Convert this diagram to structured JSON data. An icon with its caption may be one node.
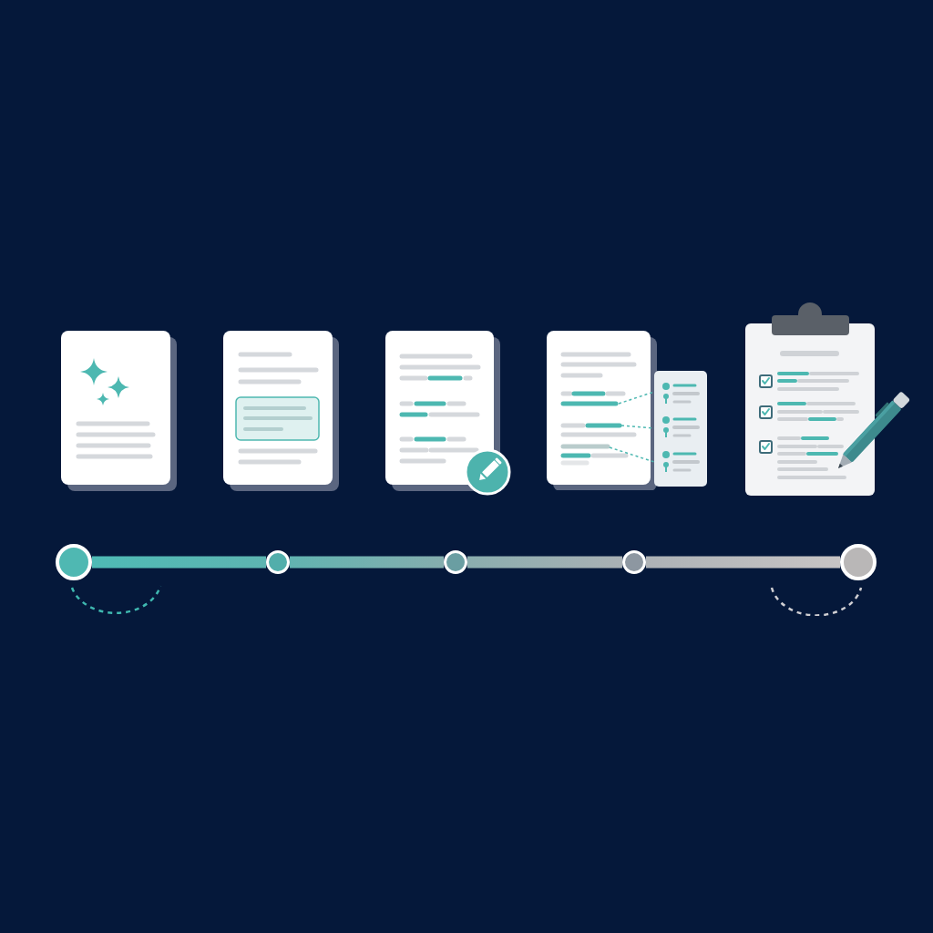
{
  "diagram": {
    "nodes": [
      {
        "text": [],
        "shape": "circle"
      },
      {
        "text": [],
        "shape": "circle"
      },
      {
        "text": [],
        "shape": "circle"
      },
      {
        "text": [],
        "shape": "circle"
      },
      {
        "text": [],
        "shape": "circle"
      }
    ],
    "edges": [
      {
        "from": 0,
        "to": 1,
        "arrow": "none",
        "color": "#4dbbb6"
      },
      {
        "from": 1,
        "to": 2,
        "arrow": "none",
        "color": "#5fb4b1"
      },
      {
        "from": 2,
        "to": 3,
        "arrow": "none",
        "color": "#88adae"
      },
      {
        "from": 3,
        "to": 4,
        "arrow": "none",
        "color": "#acb1b5"
      }
    ]
  }
}
